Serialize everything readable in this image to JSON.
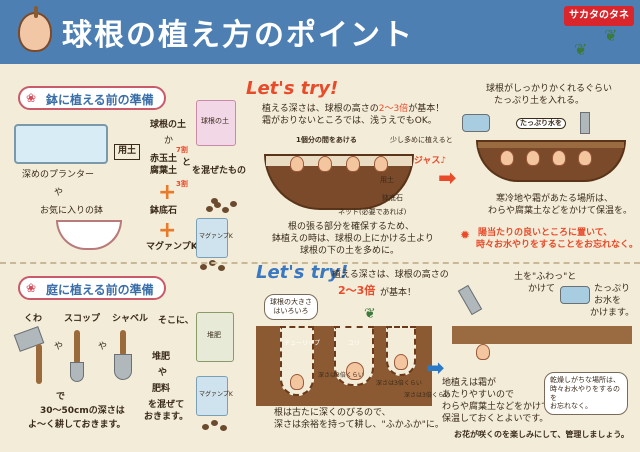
{
  "header": {
    "title": "球根の植え方のポイント",
    "brand": "サカタのタネ"
  },
  "pot_section": {
    "tag": "鉢に植える前の準備",
    "planter_label": "深めのプランター",
    "ya": "や",
    "pot_label": "お気に入りの鉢",
    "yodo_label": "用土",
    "soil_option1": "球根の土",
    "soil_or": "か",
    "mix1": "赤玉土",
    "ratio7": "7割",
    "mix2": "腐葉土",
    "ratio3": "3割",
    "mix_suffix": "を混ぜたもの",
    "to": "と",
    "pebbles_label": "鉢底石",
    "fert_label": "マグァンプK",
    "bag1_text": "球根の土",
    "bag2_text": "マグァンプK"
  },
  "pot_try": {
    "lets_try": "Let's try!",
    "depth_line1": "植える深さは、球根の高さの",
    "depth_ratio": "2〜3倍",
    "depth_line1_end": "が基本！",
    "depth_line2": "霜がおりないところでは、浅うえでもOK。",
    "spacing_note": "1個分の間をあける",
    "gorgeous_note": "少し多めに植えると",
    "gorgeous": "ゴージャス♪",
    "soil_label": "用土",
    "pebble_label": "鉢底石",
    "net_label": "ネット(必要であれば)",
    "root_line1": "根の張る部分を確保するため、",
    "root_line2": "鉢植えの時は、球根の上にかける土より",
    "root_line3": "球根の下の土を多めに。",
    "cover_line1": "球根がしっかりかくれるぐらい",
    "cover_line2": "たっぷり土を入れる。",
    "water_note": "たっぷり水を",
    "cold_line1": "寒冷地や霜があたる場所は、",
    "cold_line2": "わらや腐葉土などをかけて保温を。",
    "sun_line1": "陽当たりの良いところに置いて、",
    "sun_line2": "時々お水やりをすることをお忘れなく。"
  },
  "garden_section": {
    "tag": "庭に植える前の準備",
    "kuwa": "くわ",
    "scoop": "スコップ",
    "shovel": "シャベル",
    "ya": "や",
    "soko_ni": "そこに、",
    "till_line1": "で",
    "till_line2": "30〜50cmの深さは",
    "till_line3": "よ〜く耕しておきます。",
    "compost1": "堆肥",
    "compost_ya": "や",
    "compost2": "肥料",
    "compost_mix": "を混ぜて",
    "compost_end": "おきます。",
    "bag_text1": "堆肥",
    "bag_text2": "マグァンプK"
  },
  "garden_try": {
    "lets_try": "Let's try!",
    "depth_line1": "植える深さは、球根の高さの",
    "depth_ratio": "2〜3倍",
    "depth_line1_end": "が基本！",
    "bulb_size_note": "球根の大きさはいろいろ",
    "tulip": "チューリップ",
    "lily": "ユリ",
    "depth_tulip": "深さは3倍くらい",
    "depth_lily": "深さは3倍くらい",
    "depth_note": "深さは3倍くらい",
    "root_line1": "根は古たに深くのびるので、",
    "root_line2": "深さは余裕を持って耕し、\"ふかふか\"に。",
    "fuwa_line1": "土を\"ふわっ\"と",
    "fuwa_line2": "かけて",
    "water_line1": "たっぷり",
    "water_line2": "お水を",
    "water_line3": "かけます。",
    "frost_line1": "地植えは霜が",
    "frost_line2": "あたりやすいので",
    "frost_line3": "わらや腐葉土などをかけて",
    "frost_line4": "保温しておくとよいです。",
    "dry_line1": "乾燥しがちな場所は、",
    "dry_line2": "時々お水やりをするのを",
    "dry_line3": "お忘れなく。",
    "enjoy": "お花が咲くのを楽しみにして、管理しましょう。"
  },
  "colors": {
    "header_blue": "#4e7fb3",
    "accent_red": "#e84b2a",
    "accent_blue": "#3a78c2",
    "soil_brown": "#7a4a2a",
    "paper": "#f3ecd9"
  }
}
